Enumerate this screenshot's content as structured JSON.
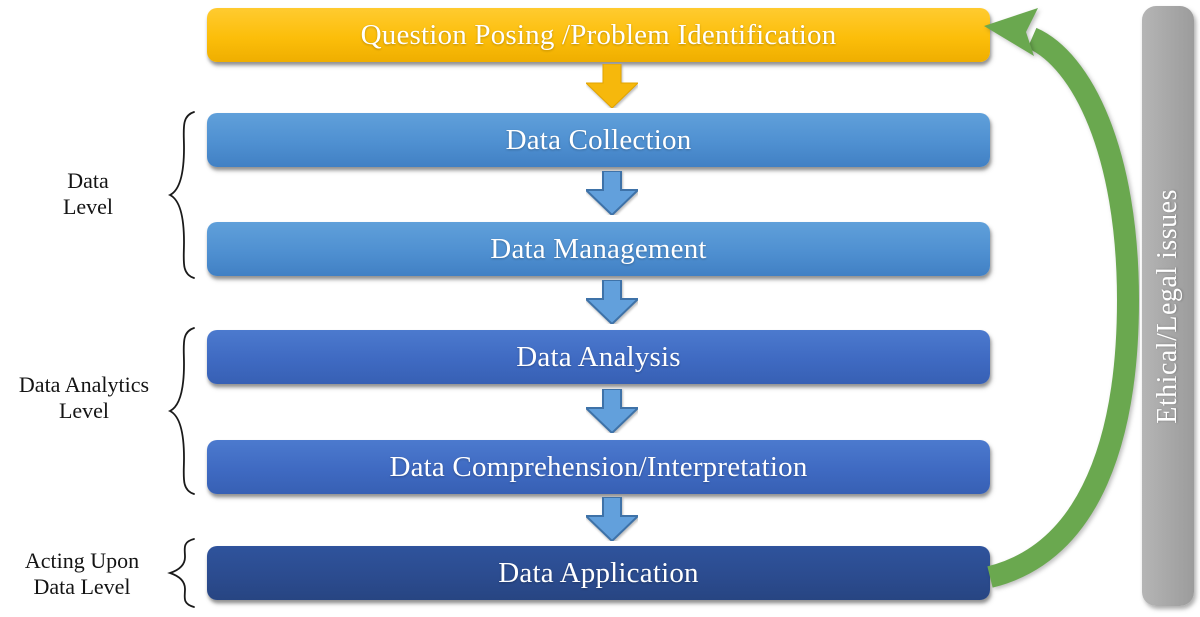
{
  "steps": [
    {
      "label": "Question Posing /Problem Identification"
    },
    {
      "label": "Data Collection"
    },
    {
      "label": "Data Management"
    },
    {
      "label": "Data Analysis"
    },
    {
      "label": "Data Comprehension/Interpretation"
    },
    {
      "label": "Data Application"
    }
  ],
  "levels": [
    {
      "line1": "Data",
      "line2": "Level"
    },
    {
      "line1": "Data Analytics",
      "line2": "Level"
    },
    {
      "line1": "Acting Upon",
      "line2": "Data Level"
    }
  ],
  "ethics_bar": {
    "label": "Ethical/Legal issues"
  },
  "colors": {
    "question_yellow": "#FCBE0A",
    "data_level_blue": "#4F90D1",
    "analytics_blue": "#3F6AC2",
    "acting_navy": "#2B4B8E",
    "connector_blue": "#5B9BD5",
    "connector_border": "#3E72A8",
    "loop_green": "#6AA84F",
    "ethics_gray": "#A8A8A8"
  }
}
